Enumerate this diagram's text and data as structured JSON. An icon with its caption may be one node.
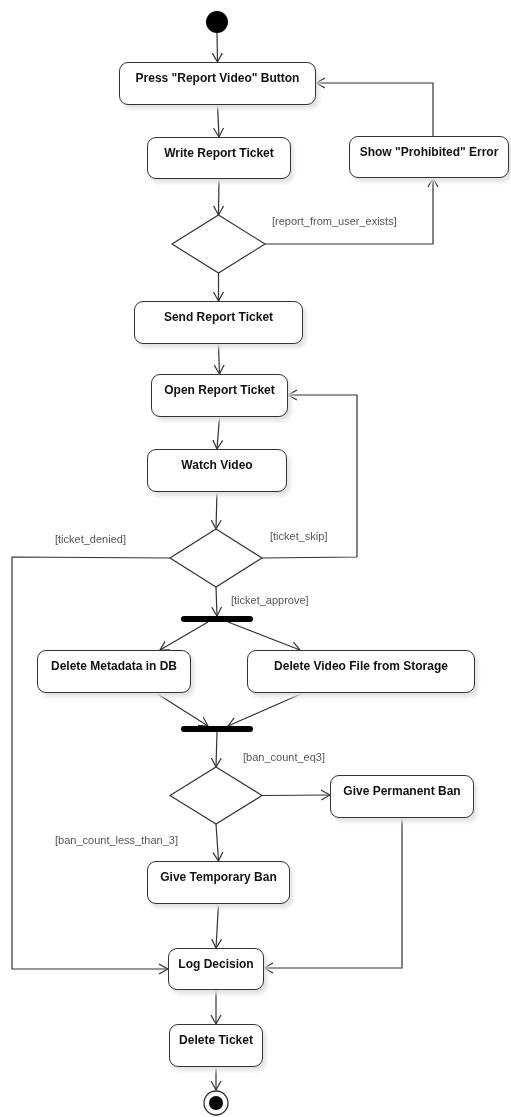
{
  "diagram": {
    "nodes": [
      {
        "text": [],
        "shape": "circle"
      },
      {
        "text": [
          "Press \"Report Video\" Button"
        ]
      },
      {
        "text": [
          "Write Report Ticket"
        ]
      },
      {
        "text": [
          "Show \"Prohibited\" Error"
        ]
      },
      {
        "text": [],
        "shape": "diamond"
      },
      {
        "text": [
          "Send Report Ticket"
        ]
      },
      {
        "text": [
          "Open Report Ticket"
        ]
      },
      {
        "text": [
          "Watch Video"
        ]
      },
      {
        "text": [],
        "shape": "diamond"
      },
      {
        "text": [],
        "shape": "bar"
      },
      {
        "text": [
          "Delete Metadata in DB"
        ]
      },
      {
        "text": [
          "Delete Video File from Storage"
        ]
      },
      {
        "text": [],
        "shape": "bar"
      },
      {
        "text": [],
        "shape": "diamond"
      },
      {
        "text": [
          "Give Permanent Ban"
        ]
      },
      {
        "text": [
          "Give Temporary Ban"
        ]
      },
      {
        "text": [
          "Log Decision"
        ]
      },
      {
        "text": [
          "Delete Ticket"
        ]
      },
      {
        "text": [],
        "shape": "circle"
      }
    ],
    "edges": [
      {
        "from": 0,
        "to": 1,
        "arrow": "to"
      },
      {
        "from": 1,
        "to": 2,
        "arrow": "to"
      },
      {
        "from": 2,
        "to": 4,
        "arrow": "to"
      },
      {
        "from": 4,
        "to": 3,
        "arrow": "to",
        "label": "[report_from_user_exists]"
      },
      {
        "from": 3,
        "to": 1,
        "arrow": "to"
      },
      {
        "from": 4,
        "to": 5,
        "arrow": "to"
      },
      {
        "from": 5,
        "to": 6,
        "arrow": "to"
      },
      {
        "from": 6,
        "to": 7,
        "arrow": "to"
      },
      {
        "from": 7,
        "to": 8,
        "arrow": "to"
      },
      {
        "from": 8,
        "to": 16,
        "arrow": "to",
        "label": "[ticket_denied]"
      },
      {
        "from": 8,
        "to": 6,
        "arrow": "to",
        "label": "[ticket_skip]"
      },
      {
        "from": 8,
        "to": 9,
        "arrow": "to",
        "label": "[ticket_approve]"
      },
      {
        "from": 9,
        "to": 10,
        "arrow": "to"
      },
      {
        "from": 9,
        "to": 11,
        "arrow": "to"
      },
      {
        "from": 10,
        "to": 12,
        "arrow": "to"
      },
      {
        "from": 11,
        "to": 12,
        "arrow": "to"
      },
      {
        "from": 12,
        "to": 13,
        "arrow": "to"
      },
      {
        "from": 13,
        "to": 14,
        "arrow": "to",
        "label": "[ban_count_eq3]"
      },
      {
        "from": 13,
        "to": 15,
        "arrow": "to",
        "label": "[ban_count_less_than_3]"
      },
      {
        "from": 14,
        "to": 16,
        "arrow": "to"
      },
      {
        "from": 15,
        "to": 16,
        "arrow": "to"
      },
      {
        "from": 16,
        "to": 17,
        "arrow": "to"
      },
      {
        "from": 17,
        "to": 18,
        "arrow": "to"
      }
    ]
  }
}
